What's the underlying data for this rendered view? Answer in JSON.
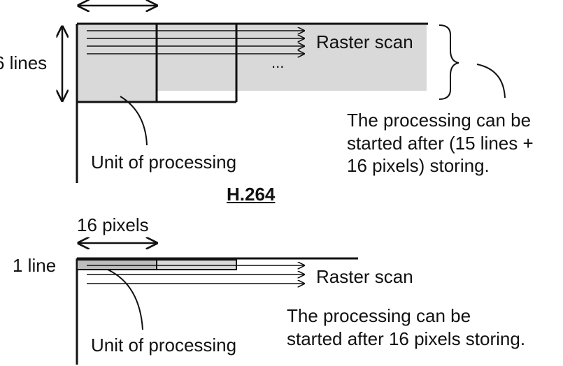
{
  "top": {
    "lines_label": "6 lines",
    "raster_label": "Raster scan",
    "ellipsis": "...",
    "unit_label": "Unit of processing",
    "note_lines": [
      "The processing can be",
      "started after (15 lines +",
      "16 pixels) storing."
    ]
  },
  "title": "H.264",
  "bottom": {
    "pixels_label": "16 pixels",
    "line_label": "1 line",
    "raster_label": "Raster scan",
    "unit_label": "Unit of processing",
    "note_lines": [
      "The processing can be",
      "started after 16 pixels storing."
    ]
  },
  "colors": {
    "fill": "#d9d9d9",
    "stroke": "#111111"
  }
}
